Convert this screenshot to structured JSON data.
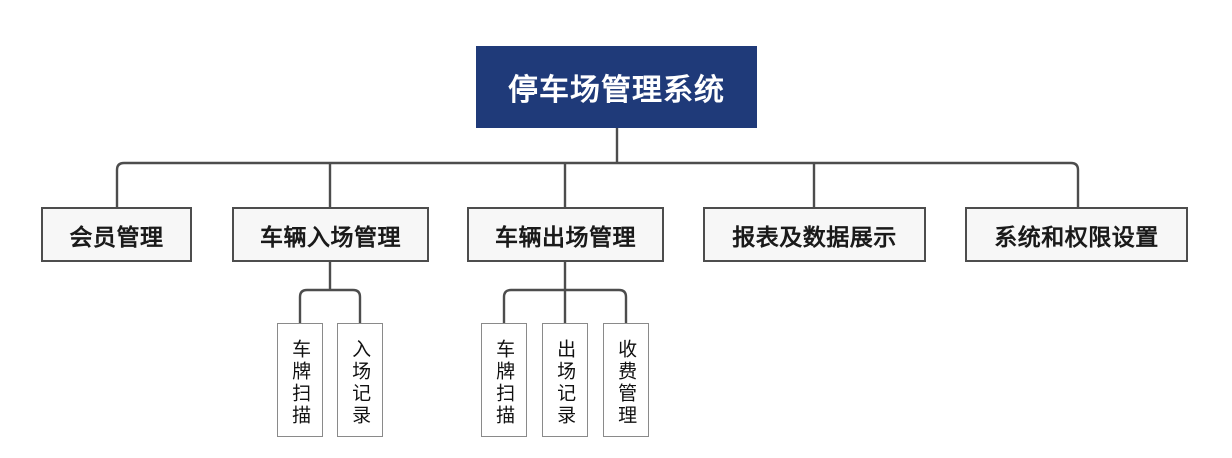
{
  "diagram": {
    "type": "org-chart",
    "title": "停车场管理系统",
    "orientation": "top-down",
    "colors": {
      "root_fill": "#1F3A79",
      "root_text": "#FFFFFF",
      "level2_fill": "#F7F7F7",
      "level2_border": "#4D4D4D",
      "level3_fill": "#FFFFFF",
      "level3_border": "#8A8A8A",
      "connector": "#4D4D4D",
      "background": "#FFFFFF"
    },
    "root": {
      "label": "停车场管理系统"
    },
    "level2": [
      {
        "id": "member",
        "label": "会员管理"
      },
      {
        "id": "entry",
        "label": "车辆入场管理"
      },
      {
        "id": "exit",
        "label": "车辆出场管理"
      },
      {
        "id": "report",
        "label": "报表及数据展示"
      },
      {
        "id": "system",
        "label": "系统和权限设置"
      }
    ],
    "level3": [
      {
        "id": "entry-plate-scan",
        "parent": "entry",
        "label": "车牌扫描"
      },
      {
        "id": "entry-record",
        "parent": "entry",
        "label": "入场记录"
      },
      {
        "id": "exit-plate-scan",
        "parent": "exit",
        "label": "车牌扫描"
      },
      {
        "id": "exit-record",
        "parent": "exit",
        "label": "出场记录"
      },
      {
        "id": "fee-management",
        "parent": "exit",
        "label": "收费管理"
      }
    ]
  }
}
